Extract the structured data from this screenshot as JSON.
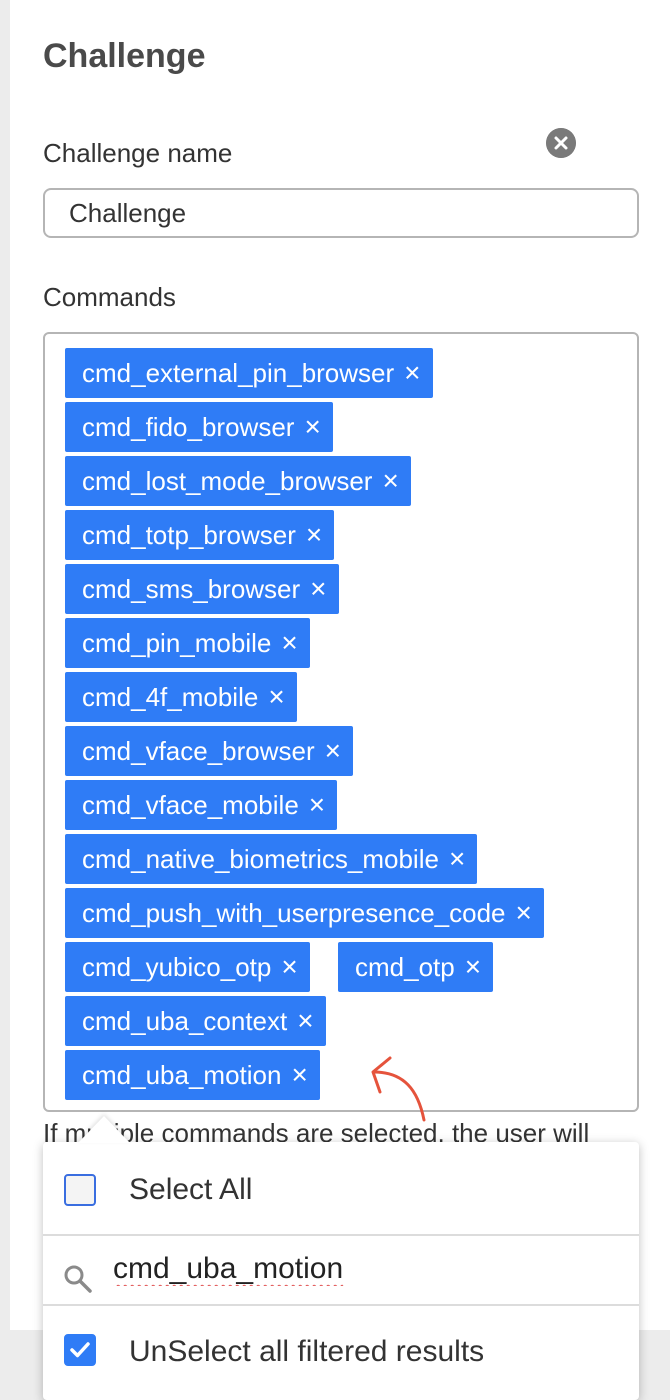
{
  "section_title": "Challenge",
  "challenge_name": {
    "label": "Challenge name",
    "value": "Challenge"
  },
  "commands": {
    "label": "Commands",
    "tags": [
      "cmd_external_pin_browser",
      "cmd_fido_browser",
      "cmd_lost_mode_browser",
      "cmd_totp_browser",
      "cmd_sms_browser",
      "cmd_pin_mobile",
      "cmd_4f_mobile",
      "cmd_vface_browser",
      "cmd_vface_mobile",
      "cmd_native_biometrics_mobile",
      "cmd_push_with_userpresence_code",
      "cmd_yubico_otp",
      "cmd_otp",
      "cmd_uba_context",
      "cmd_uba_motion"
    ],
    "remove_glyph": "×"
  },
  "helper_text": "If multiple commands are selected, the user will",
  "dropdown": {
    "select_all_label": "Select All",
    "select_all_checked": false,
    "search_value": "cmd_uba_motion",
    "unselect_filtered_label": "UnSelect all filtered results",
    "unselect_filtered_checked": true
  },
  "icons": {
    "search": "search-icon",
    "clear": "clear-icon",
    "checkmark": "checkmark-icon",
    "annotation_arrow": "arrow-annotation"
  },
  "colors": {
    "tag_bg": "#2f7cf6",
    "checkbox_checked": "#2f7cf6",
    "annotation": "#e5533c"
  }
}
